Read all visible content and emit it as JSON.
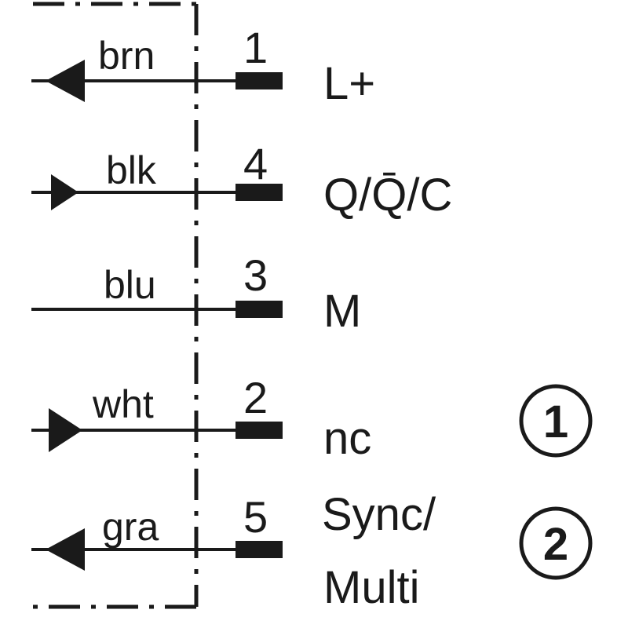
{
  "colors": {
    "ink": "#1a1a1a",
    "background": "#ffffff"
  },
  "pins": [
    {
      "wire": "brn",
      "number": "1",
      "signal": "L+",
      "arrow": "left-arrow-icon"
    },
    {
      "wire": "blk",
      "number": "4",
      "signal": "Q/Q̄/C",
      "arrow": "right-arrow-icon"
    },
    {
      "wire": "blu",
      "number": "3",
      "signal": "M",
      "arrow": ""
    },
    {
      "wire": "wht",
      "number": "2",
      "signal": "nc",
      "arrow": "right-arrow-icon"
    },
    {
      "wire": "gra",
      "number": "5",
      "signal": "Sync/",
      "signal_line2": "Multi",
      "arrow": "left-arrow-icon"
    }
  ],
  "notes": [
    "1",
    "2"
  ]
}
